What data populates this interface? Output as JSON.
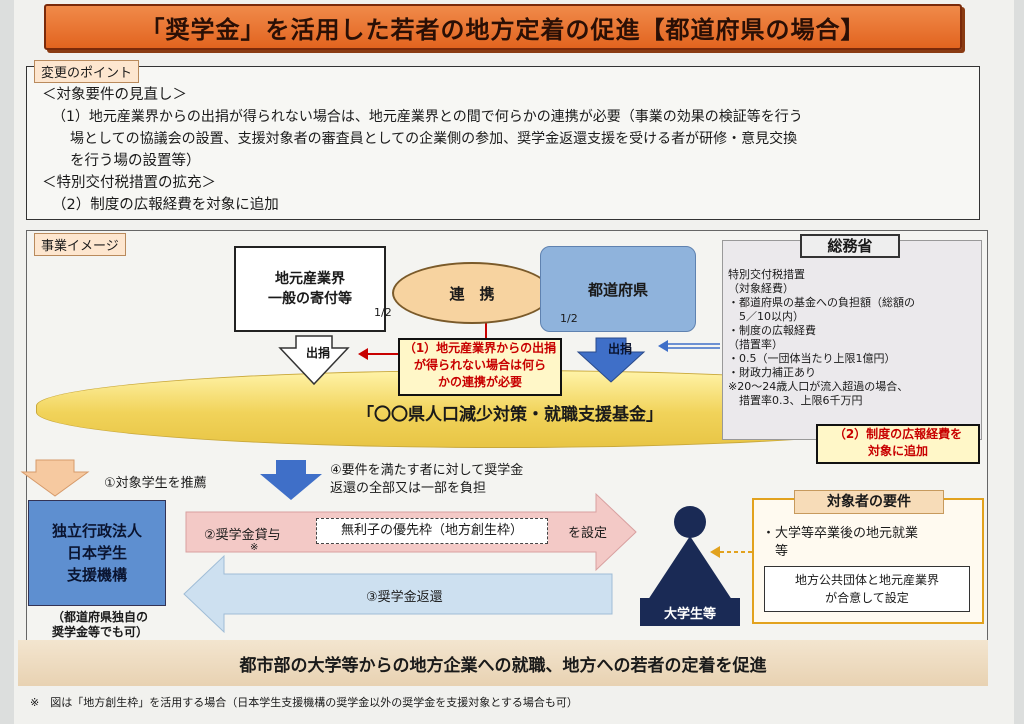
{
  "title": "「奨学金」を活用した若者の地方定着の促進【都道府県の場合】",
  "changes": {
    "tag": "変更のポイント",
    "lines": [
      "＜対象要件の見直し＞",
      "（1）地元産業界からの出捐が得られない場合は、地元産業界との間で何らかの連携が必要（事業の効果の検証等を行う",
      "場としての協議会の設置、支援対象者の審査員としての企業側の参加、奨学金返還支援を受ける者が研修・意見交換",
      "を行う場の設置等）",
      "＜特別交付税措置の拡充＞",
      "（2）制度の広報経費を対象に追加"
    ]
  },
  "image": {
    "tag": "事業イメージ",
    "industry_label": "地元産業界\n一般の寄付等",
    "industry_ratio": "1/2",
    "renkei": "連　携",
    "prefecture": "都道府県",
    "prefecture_ratio": "1/2",
    "shussen_left": "出捐",
    "shussen_right": "出捐",
    "redbox1": "（1）地元産業界からの出捐\nが得られない場合は何ら\nかの連携が必要",
    "fund": "「〇〇県人口減少対策・就職支援基金」",
    "mic": {
      "title": "総務省",
      "lines": [
        "特別交付税措置",
        "（対象経費）",
        "・都道府県の基金への負担額（総額の",
        "　5／10以内）",
        "・制度の広報経費",
        "（措置率）",
        "・0.5（一団体当たり上限1億円）",
        "・財政力補正あり",
        "※20～24歳人口が流入超過の場合、",
        "　措置率0.3、上限6千万円"
      ]
    },
    "redbox2": "（2）制度の広報経費を\n対象に追加",
    "step1": "①対象学生を推薦",
    "step4": "④要件を満たす者に対して奨学金\n返還の全部又は一部を負担",
    "jasso": [
      "独立行政法人",
      "日本学生",
      "支援機構"
    ],
    "jasso_note": "（都道府県独自の\n奨学金等でも可）",
    "step2": "②奨学金貸与",
    "step2_note": "※",
    "quota": "無利子の優先枠（地方創生枠）",
    "set_text": "を設定",
    "step3": "③奨学金返還",
    "student": "大学生等",
    "requirements": {
      "title": "対象者の要件",
      "line1": "・大学等卒業後の地元就業",
      "line2": "　等",
      "inner": "地方公共団体と地元産業界\nが合意して設定"
    }
  },
  "bottom": "都市部の大学等からの地方企業への就職、地方への若者の定着を促進",
  "footnote": "※　図は「地方創生枠」を活用する場合（日本学生支援機構の奨学金以外の奨学金を支援対象とする場合も可）",
  "colors": {
    "accent": "#e2641f",
    "alert_red": "#c80000",
    "arrow_blue": "#3f6fc8",
    "navy": "#1a2a55"
  }
}
